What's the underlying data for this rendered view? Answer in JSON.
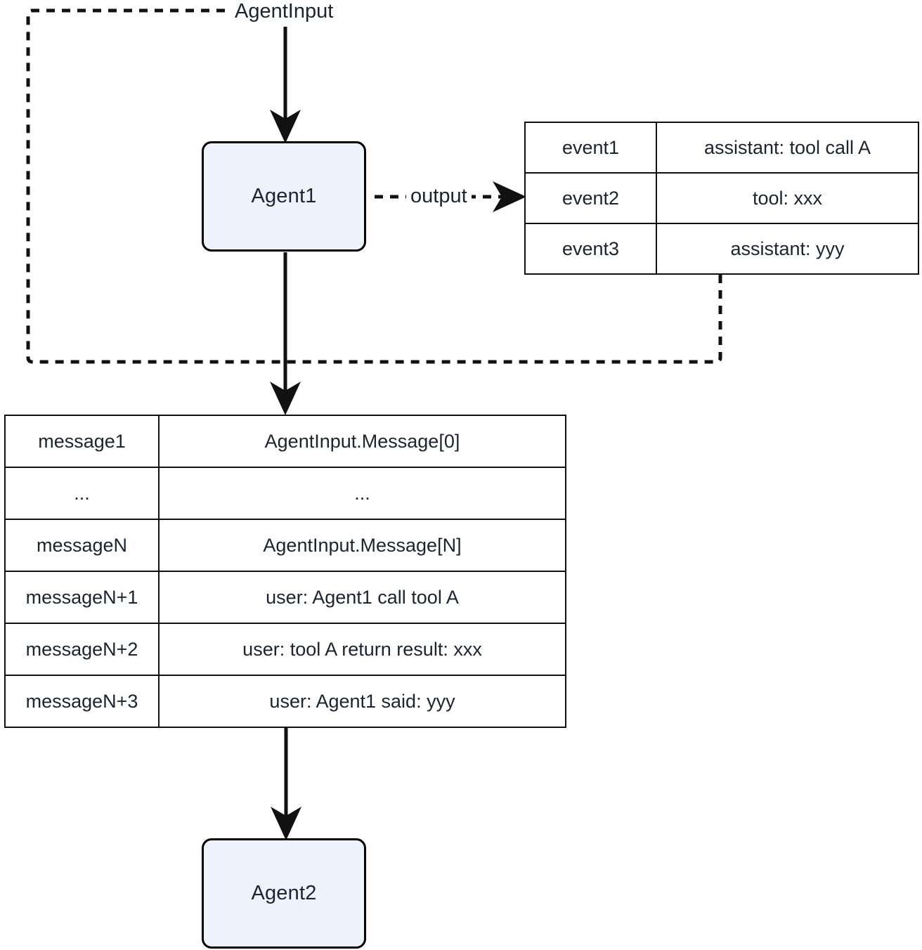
{
  "diagram": {
    "title": "AgentInput",
    "colors": {
      "node_fill": "#eef2fb",
      "node_stroke": "#000000",
      "edge_stroke": "#111111",
      "text": "#1b2430",
      "background": "#ffffff"
    }
  },
  "nodes": {
    "agent1": {
      "label": "Agent1"
    },
    "agent2": {
      "label": "Agent2"
    }
  },
  "edges": {
    "agent_input": {
      "label": "AgentInput",
      "style": "dashed"
    },
    "output": {
      "label": "output",
      "style": "dashed"
    },
    "agent1_to_messages": {
      "label": "",
      "style": "solid"
    },
    "messages_to_agent2": {
      "label": "",
      "style": "solid"
    },
    "input_to_agent1": {
      "label": "",
      "style": "solid"
    },
    "events_feedback": {
      "label": "",
      "style": "dashed"
    }
  },
  "event_table": {
    "rows": [
      {
        "key": "event1",
        "value": "assistant: tool call A"
      },
      {
        "key": "event2",
        "value": "tool: xxx"
      },
      {
        "key": "event3",
        "value": "assistant: yyy"
      }
    ]
  },
  "message_table": {
    "rows": [
      {
        "key": "message1",
        "value": "AgentInput.Message[0]"
      },
      {
        "key": "...",
        "value": "..."
      },
      {
        "key": "messageN",
        "value": "AgentInput.Message[N]"
      },
      {
        "key": "messageN+1",
        "value": "user: Agent1 call tool A"
      },
      {
        "key": "messageN+2",
        "value": "user: tool A return result: xxx"
      },
      {
        "key": "messageN+3",
        "value": "user: Agent1 said: yyy"
      }
    ]
  }
}
